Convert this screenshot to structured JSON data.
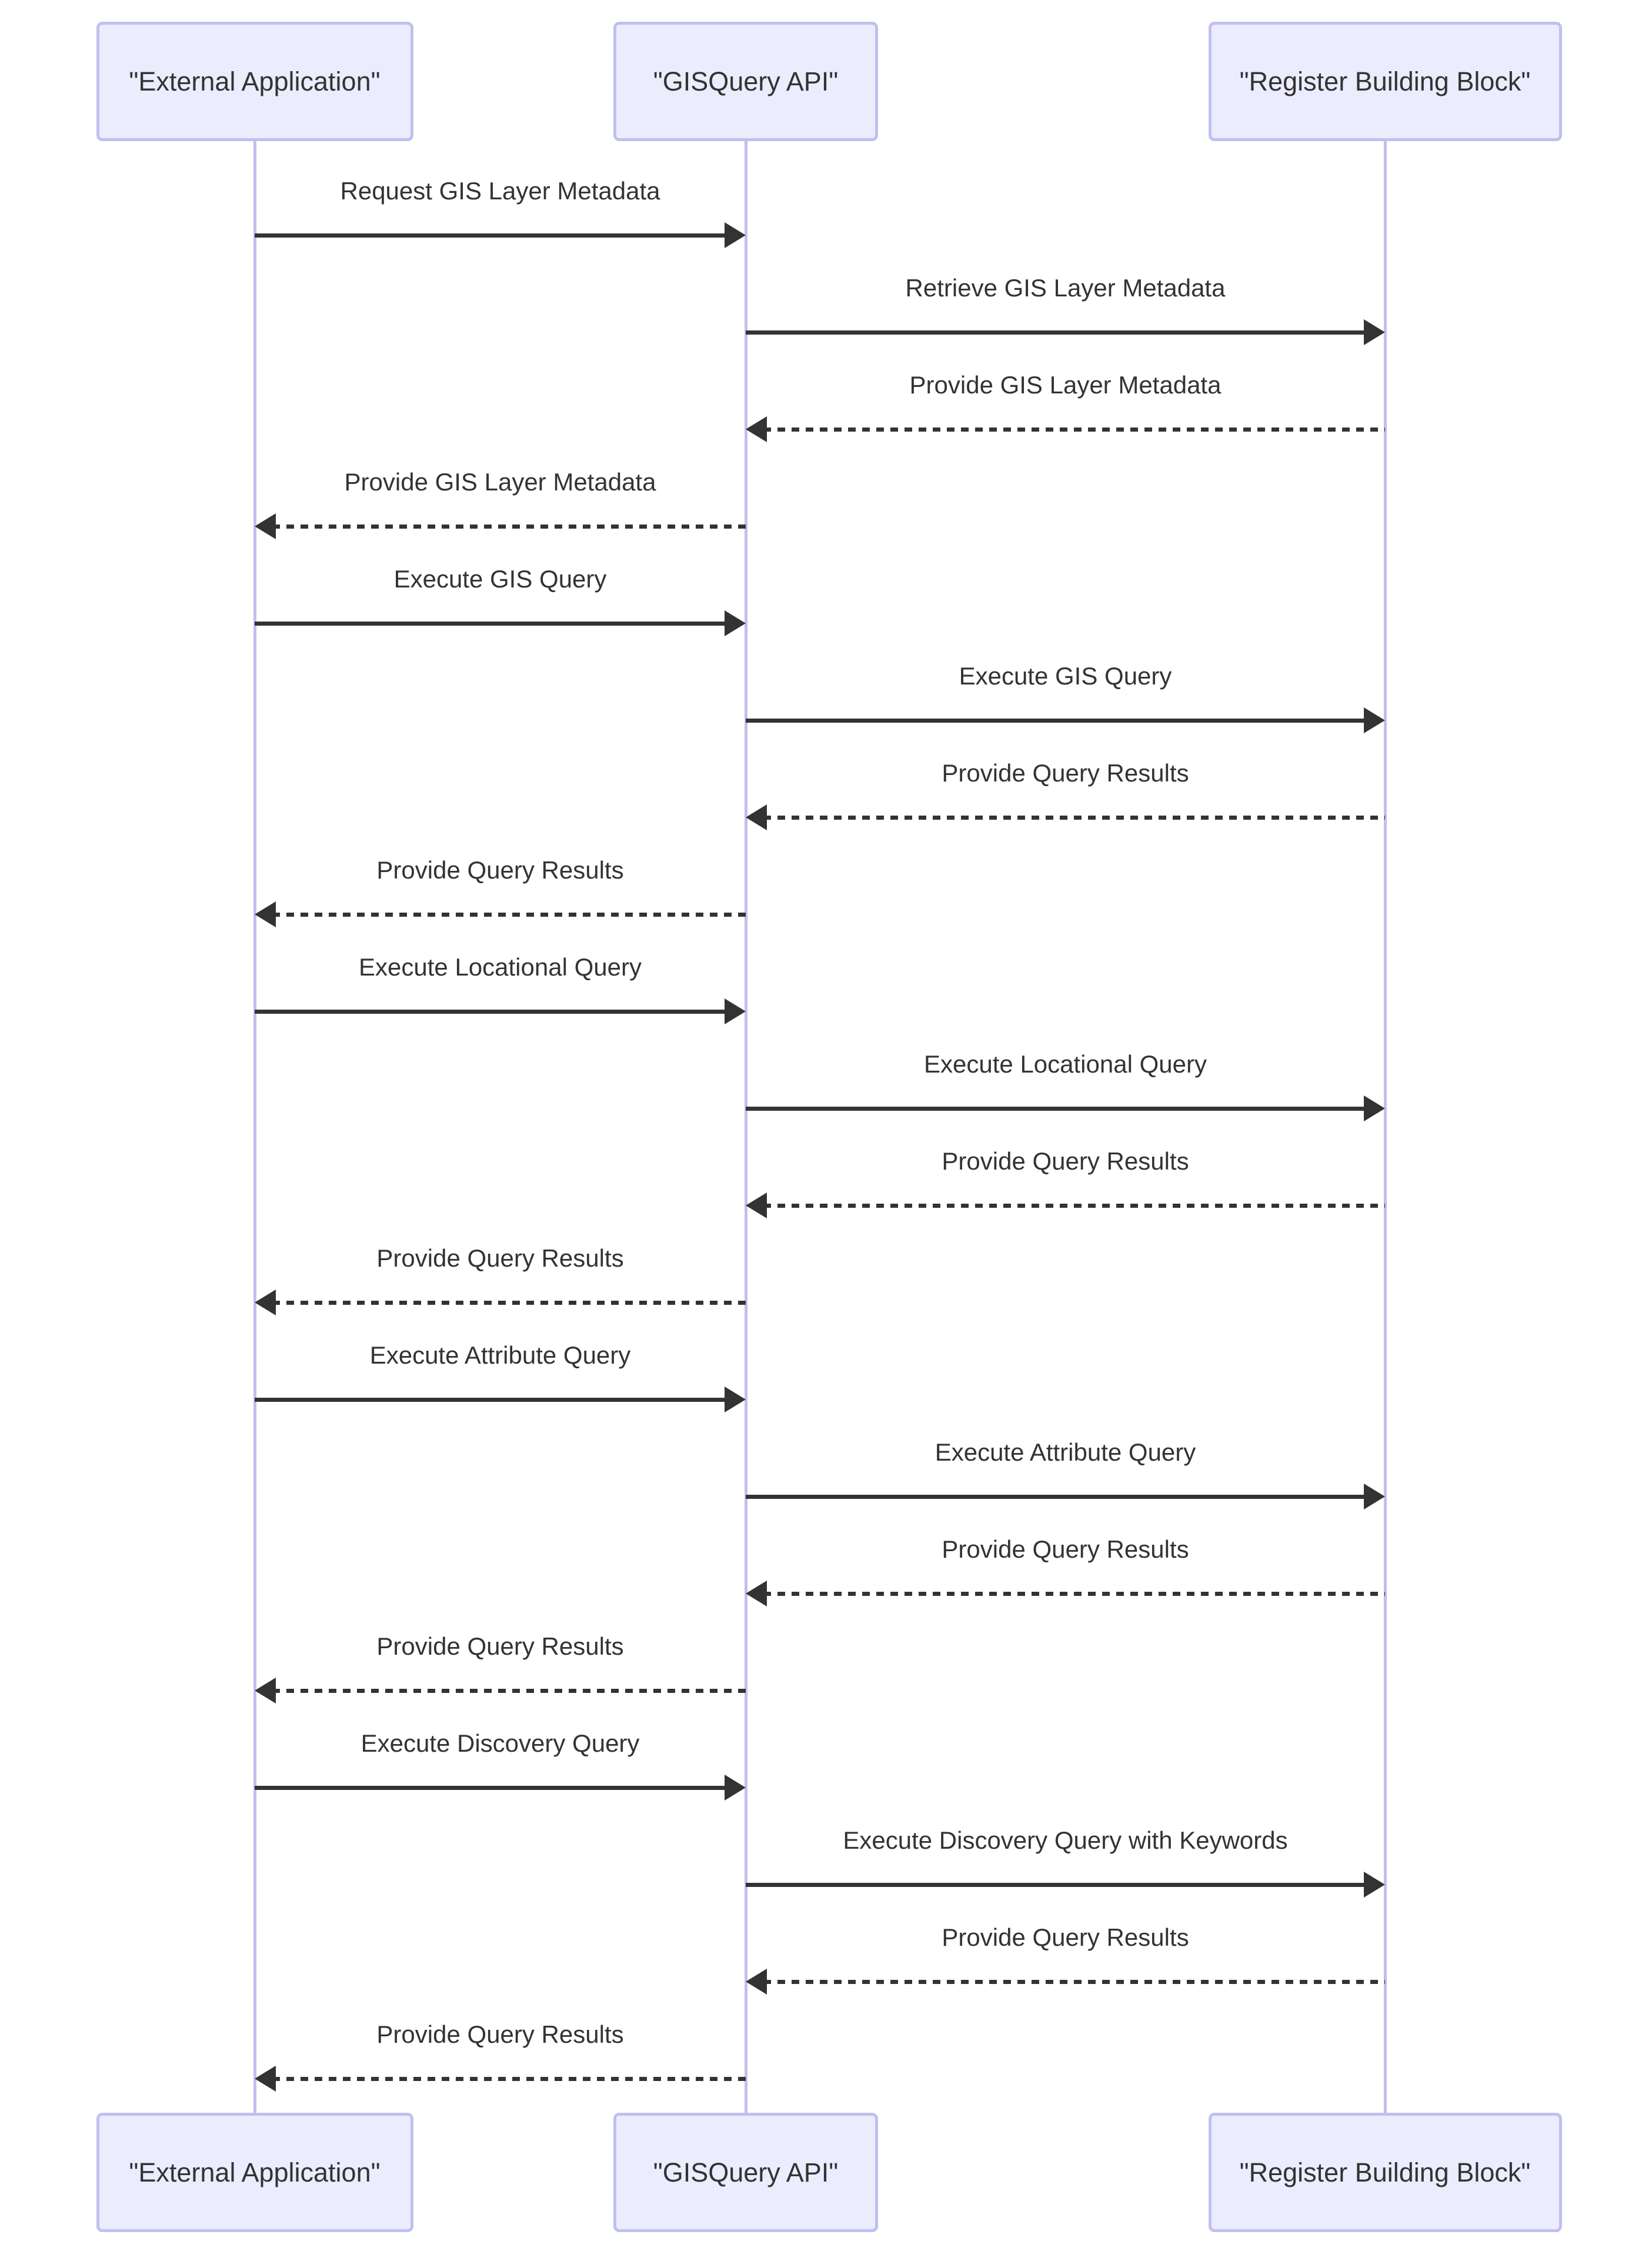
{
  "diagram": {
    "type": "sequence-diagram",
    "colors": {
      "background": "#ffffff",
      "actor_fill": "#ECECFF",
      "actor_border": "#C0C0EE",
      "lifeline": "#C0C0EE",
      "line": "#333333",
      "text": "#333333"
    },
    "actors": [
      {
        "id": "ext-app",
        "label": "\"External Application\""
      },
      {
        "id": "gisquery-api",
        "label": "\"GISQuery API\""
      },
      {
        "id": "register-bb",
        "label": "\"Register Building Block\""
      }
    ],
    "messages": [
      {
        "text": "Request GIS Layer Metadata",
        "from": "ext-app",
        "to": "gisquery-api",
        "style": "solid"
      },
      {
        "text": "Retrieve GIS Layer Metadata",
        "from": "gisquery-api",
        "to": "register-bb",
        "style": "solid"
      },
      {
        "text": "Provide GIS Layer Metadata",
        "from": "register-bb",
        "to": "gisquery-api",
        "style": "dashed"
      },
      {
        "text": "Provide GIS Layer Metadata",
        "from": "gisquery-api",
        "to": "ext-app",
        "style": "dashed"
      },
      {
        "text": "Execute GIS Query",
        "from": "ext-app",
        "to": "gisquery-api",
        "style": "solid"
      },
      {
        "text": "Execute GIS Query",
        "from": "gisquery-api",
        "to": "register-bb",
        "style": "solid"
      },
      {
        "text": "Provide Query Results",
        "from": "register-bb",
        "to": "gisquery-api",
        "style": "dashed"
      },
      {
        "text": "Provide Query Results",
        "from": "gisquery-api",
        "to": "ext-app",
        "style": "dashed"
      },
      {
        "text": "Execute Locational Query",
        "from": "ext-app",
        "to": "gisquery-api",
        "style": "solid"
      },
      {
        "text": "Execute Locational Query",
        "from": "gisquery-api",
        "to": "register-bb",
        "style": "solid"
      },
      {
        "text": "Provide Query Results",
        "from": "register-bb",
        "to": "gisquery-api",
        "style": "dashed"
      },
      {
        "text": "Provide Query Results",
        "from": "gisquery-api",
        "to": "ext-app",
        "style": "dashed"
      },
      {
        "text": "Execute Attribute Query",
        "from": "ext-app",
        "to": "gisquery-api",
        "style": "solid"
      },
      {
        "text": "Execute Attribute Query",
        "from": "gisquery-api",
        "to": "register-bb",
        "style": "solid"
      },
      {
        "text": "Provide Query Results",
        "from": "register-bb",
        "to": "gisquery-api",
        "style": "dashed"
      },
      {
        "text": "Provide Query Results",
        "from": "gisquery-api",
        "to": "ext-app",
        "style": "dashed"
      },
      {
        "text": "Execute Discovery Query",
        "from": "ext-app",
        "to": "gisquery-api",
        "style": "solid"
      },
      {
        "text": "Execute Discovery Query with Keywords",
        "from": "gisquery-api",
        "to": "register-bb",
        "style": "solid"
      },
      {
        "text": "Provide Query Results",
        "from": "register-bb",
        "to": "gisquery-api",
        "style": "dashed"
      },
      {
        "text": "Provide Query Results",
        "from": "gisquery-api",
        "to": "ext-app",
        "style": "dashed"
      }
    ]
  }
}
